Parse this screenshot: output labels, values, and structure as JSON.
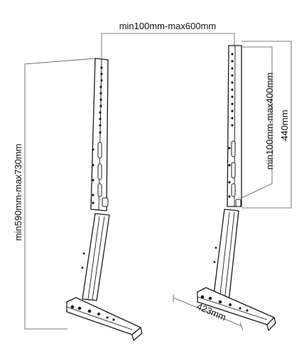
{
  "dimensions": {
    "horizontal_spacing": "min100mm-max600mm",
    "vertical_spacing": "min100mm-max400mm",
    "bracket_height": "440mm",
    "overall_height": "min590mm-max730mm",
    "base_depth": "423mm"
  },
  "colors": {
    "line": "#1a1a1a",
    "dimension_line": "#555555",
    "background": "#ffffff"
  }
}
